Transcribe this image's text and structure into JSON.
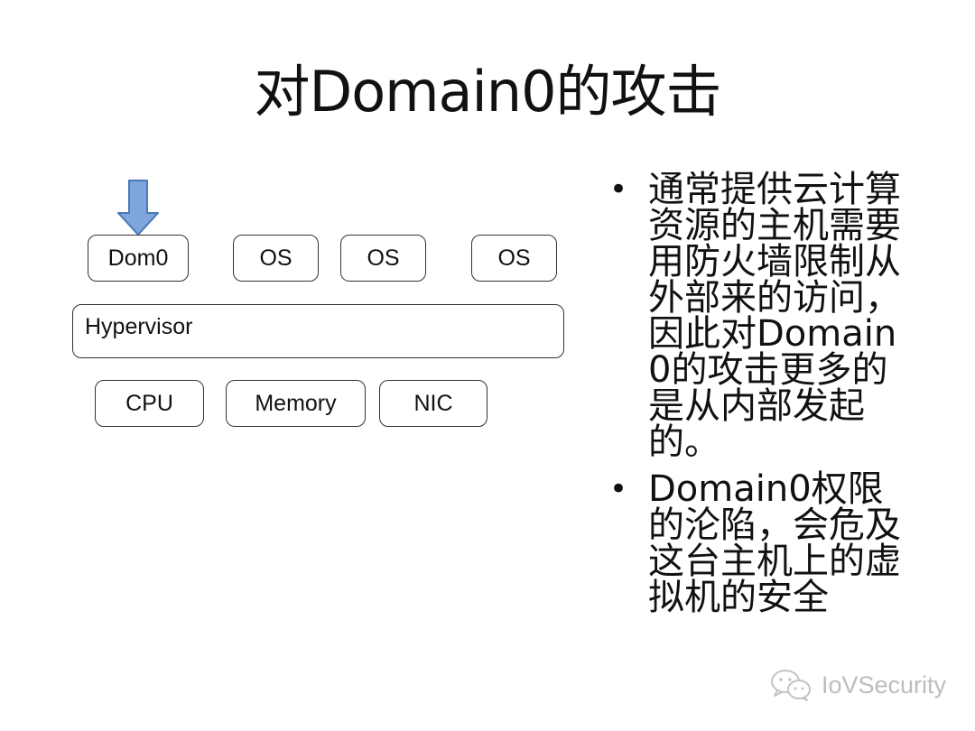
{
  "slide": {
    "title": "对Domain0的攻击"
  },
  "diagram": {
    "vm_row": [
      "Dom0",
      "OS",
      "OS",
      "OS"
    ],
    "hypervisor_label": "Hypervisor",
    "hardware_row": [
      "CPU",
      "Memory",
      "NIC"
    ],
    "arrow_color": "#7ea6dc",
    "arrow_stroke": "#4a78b8"
  },
  "bullets": [
    "通常提供云计算资源的主机需要用防火墙限制从外部来的访问，因此对Domain0的攻击更多的是从内部发起的。",
    "Domain0权限的沦陷，会危及这台主机上的虚拟机的安全"
  ],
  "watermark": {
    "text": "IoVSecurity",
    "icon": "wechat-icon"
  }
}
